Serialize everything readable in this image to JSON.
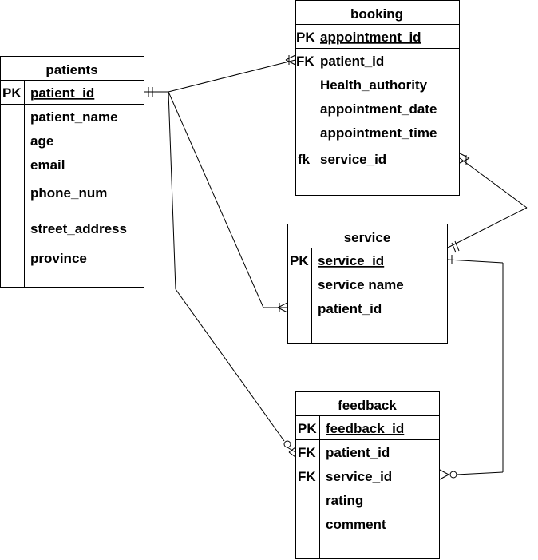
{
  "tables": {
    "patients": {
      "title": "patients",
      "rows": [
        {
          "key": "PK",
          "field": "patient_id"
        },
        {
          "key": "",
          "field": "patient_name"
        },
        {
          "key": "",
          "field": "age"
        },
        {
          "key": "",
          "field": "email"
        },
        {
          "key": "",
          "field": "phone_num"
        },
        {
          "key": "",
          "field": "street_address"
        },
        {
          "key": "",
          "field": "province"
        }
      ]
    },
    "booking": {
      "title": "booking",
      "rows": [
        {
          "key": "PK",
          "field": "appointment_id"
        },
        {
          "key": "FK",
          "field": "patient_id"
        },
        {
          "key": "",
          "field": "Health_authority"
        },
        {
          "key": "",
          "field": "appointment_date"
        },
        {
          "key": "",
          "field": "appointment_time"
        },
        {
          "key": "fk",
          "field": "service_id"
        }
      ]
    },
    "service": {
      "title": "service",
      "rows": [
        {
          "key": "PK",
          "field": "service_id"
        },
        {
          "key": "",
          "field": "service name"
        },
        {
          "key": "",
          "field": "patient_id"
        }
      ]
    },
    "feedback": {
      "title": "feedback",
      "rows": [
        {
          "key": "PK",
          "field": "feedback_id"
        },
        {
          "key": "FK",
          "field": "patient_id"
        },
        {
          "key": "FK",
          "field": "service_id"
        },
        {
          "key": "",
          "field": "rating"
        },
        {
          "key": "",
          "field": "comment"
        }
      ]
    }
  }
}
